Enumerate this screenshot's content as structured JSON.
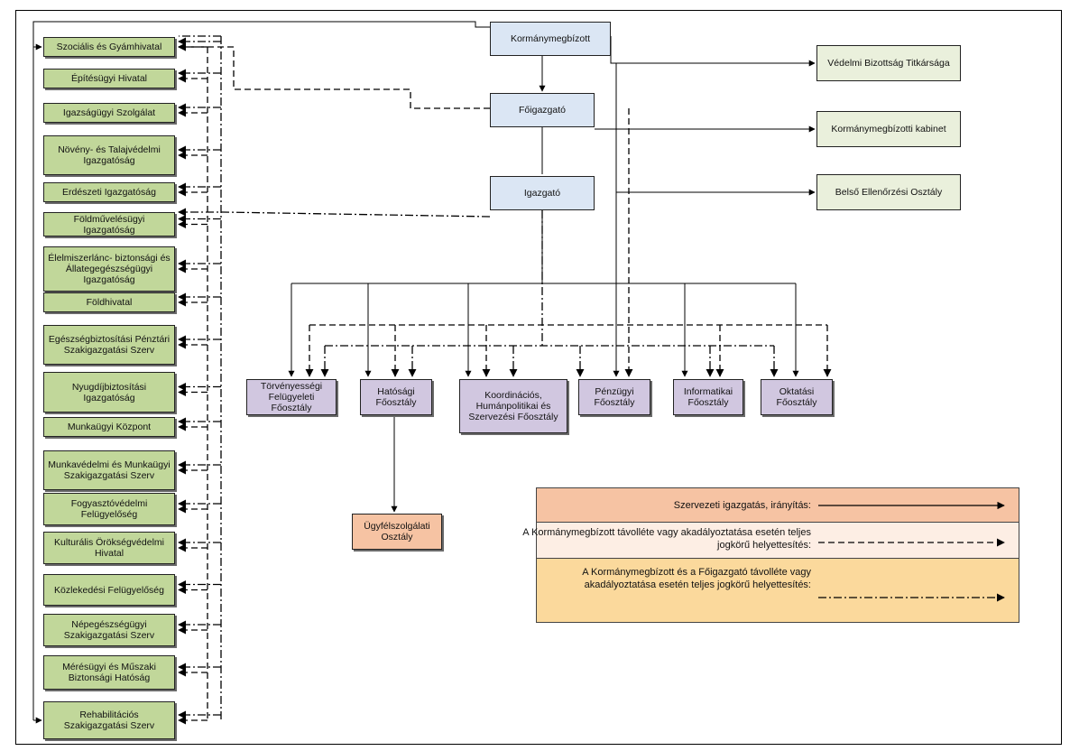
{
  "top": {
    "kormanymegbizott": "Kormánymegbízott",
    "foigazgato": "Főigazgató",
    "igazgato": "Igazgató"
  },
  "right": {
    "vedelmi": "Védelmi Bizottság Titkársága",
    "kabinet": "Kormánymegbízotti kabinet",
    "belso": "Belső Ellenőrzési Osztály"
  },
  "offices": [
    "Szociális és Gyámhivatal",
    "Építésügyi Hivatal",
    "Igazságügyi Szolgálat",
    "Növény- és Talajvédelmi Igazgatóság",
    "Erdészeti Igazgatóság",
    "Földművelésügyi Igazgatóság",
    "Élelmiszerlánc- biztonsági és Állategegészségügyi Igazgatóság",
    "Földhivatal",
    "Egészségbiztosítási Pénztári Szakigazgatási Szerv",
    "Nyugdíjbiztosítási Igazgatóság",
    "Munkaügyi Központ",
    "Munkavédelmi és Munkaügyi Szakigazgatási Szerv",
    "Fogyasztóvédelmi Felügyelőség",
    "Kulturális Örökségvédelmi Hivatal",
    "Közlekedési Felügyelőség",
    "Népegészségügyi Szakigazgatási Szerv",
    "Mérésügyi és Műszaki Biztonsági Hatóság",
    "Rehabilitációs Szakigazgatási Szerv"
  ],
  "departments": [
    "Törvényességi Felügyeleti Főosztály",
    "Hatósági Főosztály",
    "Koordinációs, Humánpolitikai és Szervezési Főosztály",
    "Pénzügyi Főosztály",
    "Informatikai Főosztály",
    "Oktatási Főosztály"
  ],
  "sub": {
    "ugyfel": "Ügyfélszolgálati Osztály"
  },
  "legend": {
    "solid": "Szervezeti igazgatás, irányítás:",
    "dashed": "A Kormánymegbízott távolléte vagy akadályoztatása esetén teljes jogkörű helyettesítés:",
    "dashdot": "A Kormánymegbízott és a Főigazgató távolléte vagy akadályoztatása esetén teljes jogkörű helyettesítés:",
    "colors": {
      "solid": "#f6c3a3",
      "dashed": "#fdeee4",
      "dashdot": "#fbd99c"
    }
  }
}
